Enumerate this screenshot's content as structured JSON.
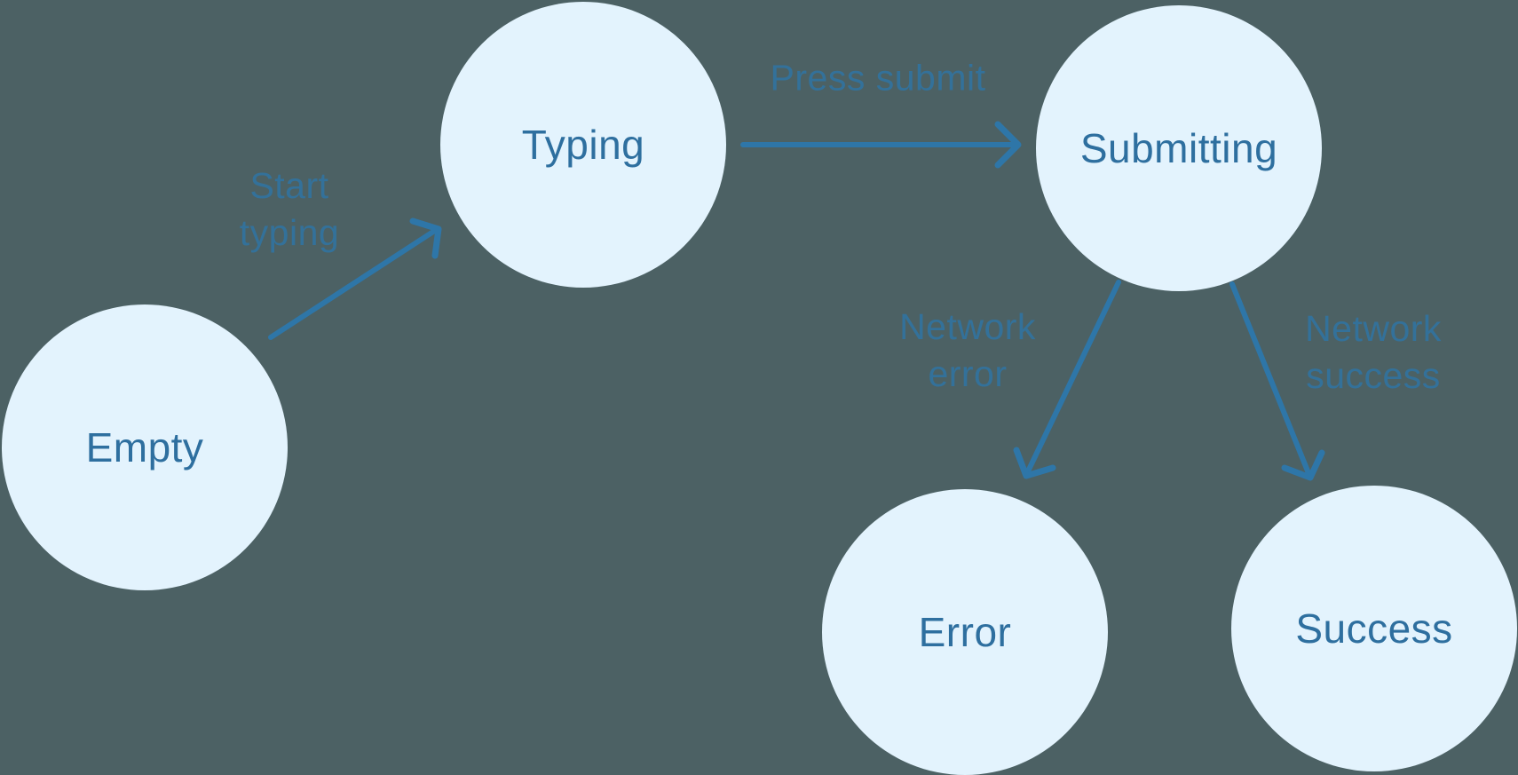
{
  "colors": {
    "background": "#4c6164",
    "node_fill": "#e3f3fd",
    "node_text": "#2e6f9f",
    "arrow": "#2e76a8",
    "edge_label": "#2e76a8"
  },
  "diagram_type": "state-machine",
  "nodes": [
    {
      "id": "empty",
      "label": "Empty"
    },
    {
      "id": "typing",
      "label": "Typing"
    },
    {
      "id": "submitting",
      "label": "Submitting"
    },
    {
      "id": "error",
      "label": "Error"
    },
    {
      "id": "success",
      "label": "Success"
    }
  ],
  "edges": [
    {
      "from": "empty",
      "to": "typing",
      "label": "Start\ntyping"
    },
    {
      "from": "typing",
      "to": "submitting",
      "label": "Press submit"
    },
    {
      "from": "submitting",
      "to": "error",
      "label": "Network\nerror"
    },
    {
      "from": "submitting",
      "to": "success",
      "label": "Network\nsuccess"
    }
  ]
}
